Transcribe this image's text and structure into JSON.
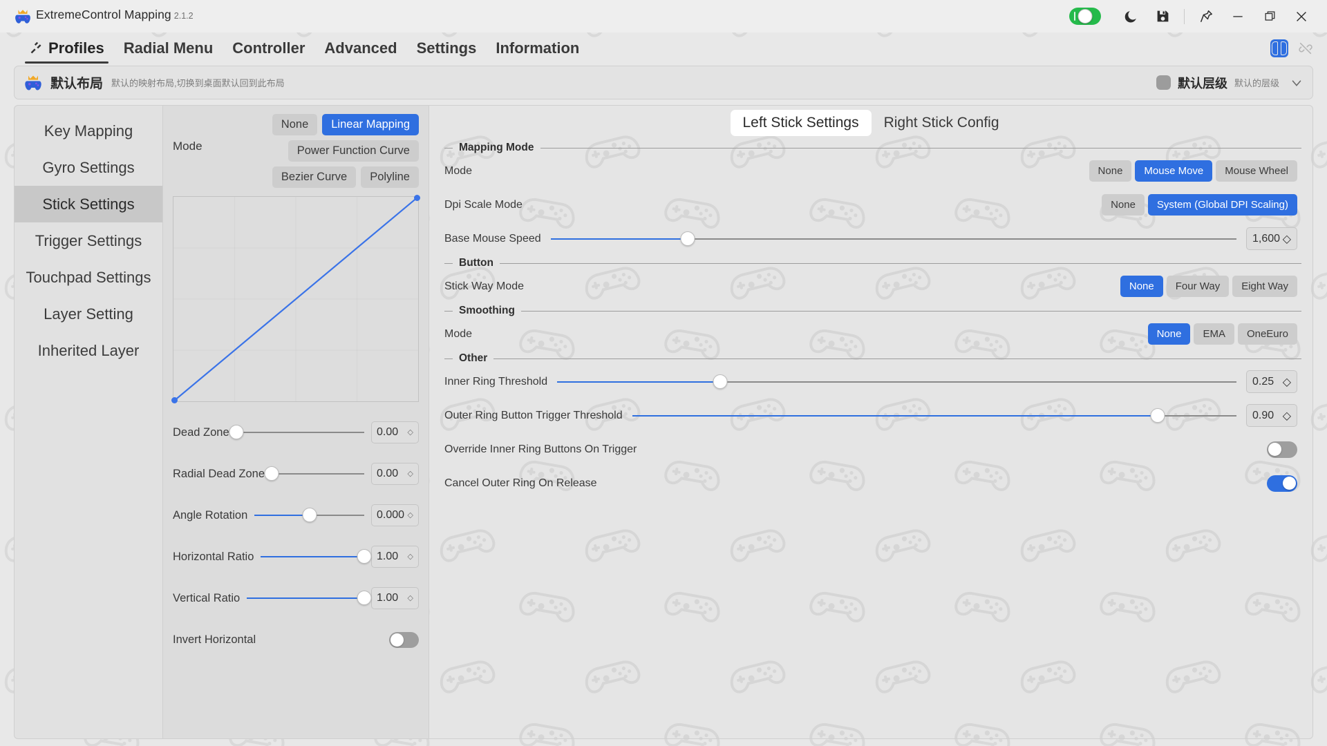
{
  "titlebar": {
    "app_name": "ExtremeControl Mapping",
    "version": "2.1.2",
    "icons": {
      "enable_toggle": "toggle-on",
      "theme": "moon-icon",
      "save": "save-icon",
      "pin": "pin-icon",
      "minimize": "minimize-icon",
      "maximize": "maximize-icon",
      "close": "close-icon"
    }
  },
  "nav": {
    "items": [
      {
        "label": "Profiles",
        "icon": "profiles-icon",
        "active": true
      },
      {
        "label": "Radial Menu",
        "active": false
      },
      {
        "label": "Controller",
        "active": false
      },
      {
        "label": "Advanced",
        "active": false
      },
      {
        "label": "Settings",
        "active": false
      },
      {
        "label": "Information",
        "active": false
      }
    ],
    "right_icons": {
      "controller": "switch-controller-icon",
      "link": "link-off-icon"
    }
  },
  "profilebar": {
    "title": "默认布局",
    "subtitle": "默认的映射布局,切换到桌面默认回到此布局",
    "layer_title": "默认层级",
    "layer_subtitle": "默认的层级",
    "chevron": "chevron-down-icon",
    "swatch_color": "#9c9c9c"
  },
  "sidebar": {
    "items": [
      {
        "label": "Key Mapping",
        "active": false
      },
      {
        "label": "Gyro Settings",
        "active": false
      },
      {
        "label": "Stick Settings",
        "active": true
      },
      {
        "label": "Trigger Settings",
        "active": false
      },
      {
        "label": "Touchpad Settings",
        "active": false
      },
      {
        "label": "Layer Setting",
        "active": false
      },
      {
        "label": "Inherited Layer",
        "active": false
      }
    ]
  },
  "curve_panel": {
    "mode_label": "Mode",
    "mode_options": [
      {
        "label": "None",
        "selected": false
      },
      {
        "label": "Linear Mapping",
        "selected": true
      },
      {
        "label": "Power Function Curve",
        "selected": false
      },
      {
        "label": "Bezier Curve",
        "selected": false
      },
      {
        "label": "Polyline",
        "selected": false
      }
    ],
    "sliders": [
      {
        "label": "Dead Zone",
        "value": "0.00",
        "pct": 0,
        "type": "slider"
      },
      {
        "label": "Radial Dead Zone",
        "value": "0.00",
        "pct": 0,
        "type": "slider"
      },
      {
        "label": "Angle Rotation",
        "value": "0.000",
        "pct": 50,
        "type": "slider"
      },
      {
        "label": "Horizontal Ratio",
        "value": "1.00",
        "pct": 100,
        "type": "slider"
      },
      {
        "label": "Vertical Ratio",
        "value": "1.00",
        "pct": 100,
        "type": "slider"
      },
      {
        "label": "Invert Horizontal",
        "value": "off",
        "type": "toggle",
        "on": false
      }
    ]
  },
  "chart_data": {
    "type": "line",
    "title": "",
    "xlabel": "",
    "ylabel": "",
    "xlim": [
      0,
      1
    ],
    "ylim": [
      0,
      1
    ],
    "grid": true,
    "gridlines_x": [
      0.25,
      0.5,
      0.75
    ],
    "gridlines_y": [
      0.25,
      0.5,
      0.75
    ],
    "series": [
      {
        "name": "Linear Mapping",
        "color": "#2f6fe0",
        "x": [
          0,
          1
        ],
        "y": [
          0,
          1
        ],
        "endpoint_markers": [
          [
            0,
            0
          ],
          [
            1,
            1
          ]
        ]
      }
    ]
  },
  "stick_tabs": [
    {
      "label": "Left Stick Settings",
      "active": true
    },
    {
      "label": "Right Stick Config",
      "active": false
    }
  ],
  "sections": {
    "mapping_mode": {
      "legend": "Mapping Mode",
      "mode": {
        "label": "Mode",
        "options": [
          {
            "label": "None",
            "selected": false
          },
          {
            "label": "Mouse Move",
            "selected": true
          },
          {
            "label": "Mouse Wheel",
            "selected": false
          }
        ]
      },
      "dpi_scale_mode": {
        "label": "Dpi Scale Mode",
        "options": [
          {
            "label": "None",
            "selected": false
          },
          {
            "label": "System (Global DPI Scaling)",
            "selected": true
          }
        ]
      },
      "base_mouse_speed": {
        "label": "Base Mouse Speed",
        "value": "1,600",
        "pct": 20
      }
    },
    "button": {
      "legend": "Button",
      "stick_way_mode": {
        "label": "Stick Way Mode",
        "options": [
          {
            "label": "None",
            "selected": true
          },
          {
            "label": "Four Way",
            "selected": false
          },
          {
            "label": "Eight Way",
            "selected": false
          }
        ]
      }
    },
    "smoothing": {
      "legend": "Smoothing",
      "mode": {
        "label": "Mode",
        "options": [
          {
            "label": "None",
            "selected": true
          },
          {
            "label": "EMA",
            "selected": false
          },
          {
            "label": "OneEuro",
            "selected": false
          }
        ]
      }
    },
    "other": {
      "legend": "Other",
      "inner_ring_threshold": {
        "label": "Inner Ring Threshold",
        "value": "0.25",
        "pct": 24
      },
      "outer_ring_threshold": {
        "label": "Outer Ring Button Trigger Threshold",
        "value": "0.90",
        "pct": 87
      },
      "override_inner_ring": {
        "label": "Override Inner Ring Buttons On Trigger",
        "on": false
      },
      "cancel_outer_ring": {
        "label": "Cancel Outer Ring On Release",
        "on": true
      }
    }
  },
  "colors": {
    "accent": "#2f6fe0",
    "toggle_on_green": "#25ba4b",
    "chip_bg": "#cdcdcd",
    "page_bg": "#e6e6e6",
    "panel_bg": "#dcdcdc"
  }
}
